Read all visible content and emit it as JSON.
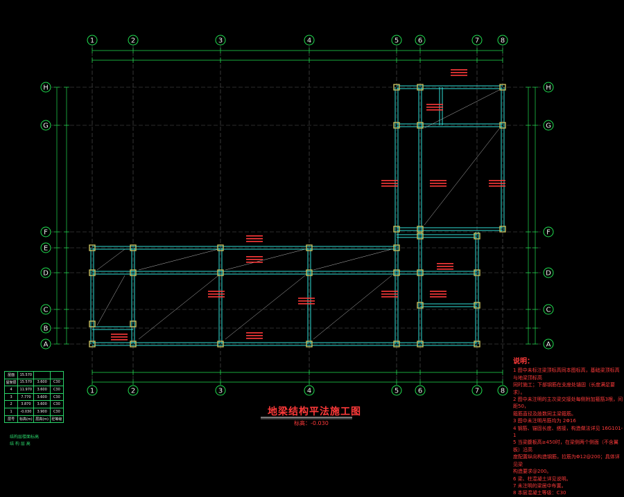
{
  "drawing": {
    "title": "地梁结构平法施工图",
    "subtitle": "标高：-0.030",
    "colors": {
      "background": "#000000",
      "axis": "#20e050",
      "beam": "#30e0d8",
      "column": "#c8c060",
      "annotation": "#ff3a3a",
      "dim": "#e8e8e8"
    }
  },
  "axes": {
    "vertical": [
      "1",
      "2",
      "3",
      "4",
      "5",
      "6",
      "7",
      "8"
    ],
    "horizontal": [
      "H",
      "G",
      "F",
      "E",
      "D",
      "C",
      "B",
      "A"
    ]
  },
  "notes": {
    "heading": "说明：",
    "items": [
      "1 图中未标注梁顶标高同本图标高，基础梁顶标高与地梁顶标高",
      "同时施工；下部钢筋在支座处锚固（长度满足要求）。",
      "2 图中未注明的主次梁交接处每侧附加箍筋3根，间距50，",
      "箍筋直径及肢数同主梁箍筋。",
      "3 图中未注明吊筋均为 2Φ16",
      "4 钢筋、锚固长度、搭接，构造做法详见 16G101-1",
      "5 当梁腹板高≥450时，在梁侧两个侧面（不含翼板）沿高",
      "度配置纵向构造钢筋，拉筋为Φ12@200；具体详见梁",
      "构造要求@200。",
      "6 梁、柱混凝土详见说明。",
      "7 未注明的梁居中布置。",
      "8 本层混凝土等级：C30"
    ]
  },
  "legend": {
    "rows": [
      [
        "屋面",
        "15.570",
        "",
        ""
      ],
      [
        "屋架层",
        "15.570",
        "3.600",
        "C30"
      ],
      [
        "4",
        "11.970",
        "3.600",
        "C30"
      ],
      [
        "3",
        "7.770",
        "3.600",
        "C30"
      ],
      [
        "2",
        "3.870",
        "3.600",
        "C30"
      ],
      [
        "1",
        "-0.030",
        "3.900",
        "C30"
      ],
      [
        "层号",
        "标高(m)",
        "层高(m)",
        "砼等级"
      ]
    ],
    "caption": "结构层楼面标高",
    "caption2": "结 构 层 高"
  }
}
